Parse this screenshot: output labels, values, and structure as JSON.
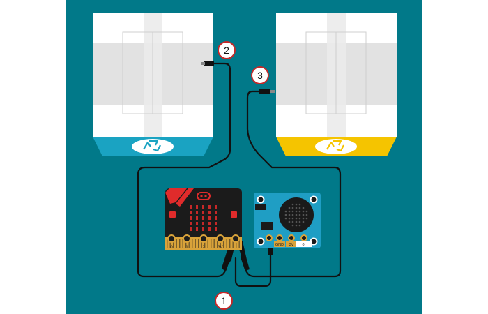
{
  "colors": {
    "background": "#017989",
    "page": "#ffffff",
    "bin_left_base": "#1aa3c2",
    "bin_right_base": "#f5c400",
    "bin_white": "#ffffff",
    "bin_band": "#e2e2e2",
    "bin_stripe": "#ebebeb",
    "board": "#1b1b1b",
    "accent_red": "#e02b2b",
    "led_red": "#c62828",
    "pin_gold": "#d9a33a",
    "module": "#1f9ec4",
    "cable": "#111111",
    "callout_ring": "#c62828"
  },
  "callouts": [
    {
      "number": "1"
    },
    {
      "number": "2"
    },
    {
      "number": "3"
    }
  ],
  "icons": {
    "bin_left": "recycle-icon",
    "bin_right": "recycle-icon"
  },
  "microbit": {
    "pin_labels": [
      "0",
      "1",
      "2",
      "3V"
    ]
  },
  "sensor_module": {
    "pin_labels": [
      "GND",
      "3V",
      "0"
    ]
  }
}
